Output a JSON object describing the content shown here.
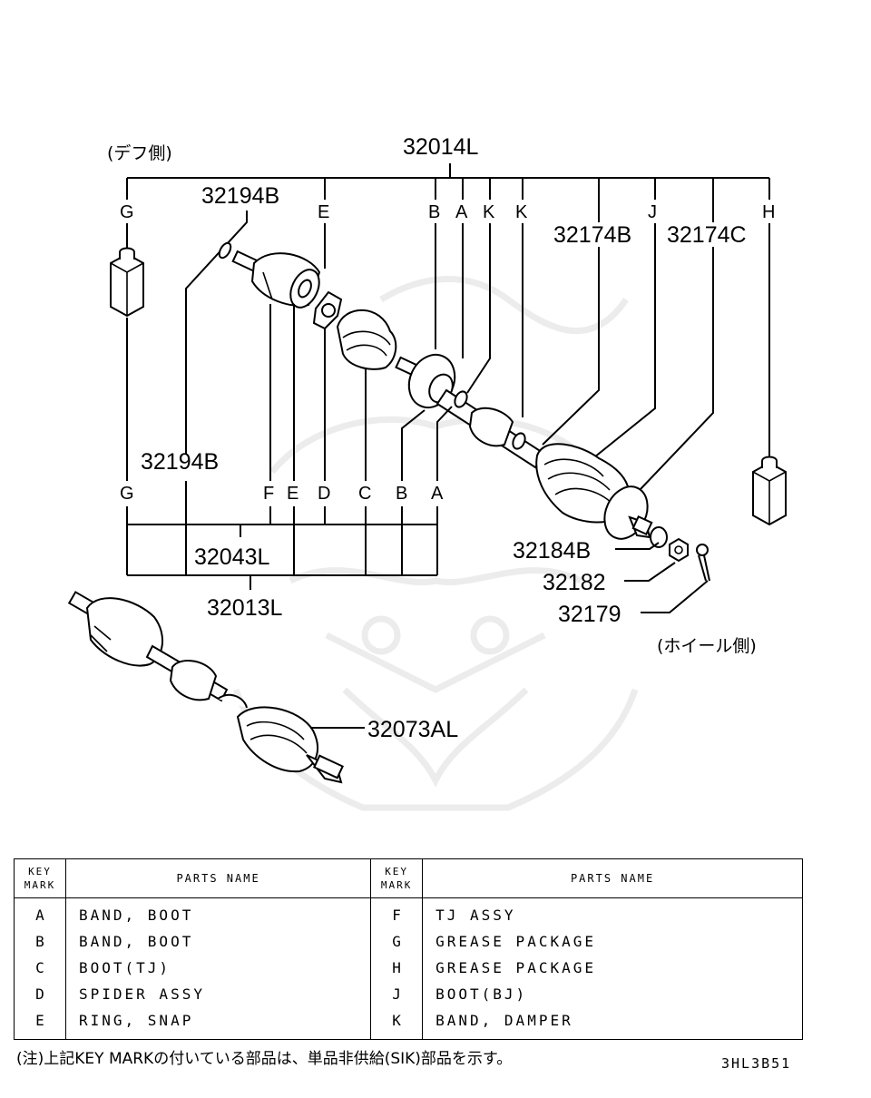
{
  "labels": {
    "top_assembly": "32014L",
    "side_diff": "(デフ側)",
    "side_wheel": "(ホイール側)",
    "ring_upper": "32194B",
    "ring_lower": "32194B",
    "band_upper_b": "32174B",
    "band_upper_c": "32174C",
    "sub_assembly_1": "32043L",
    "sub_assembly_2": "32013L",
    "washer": "32184B",
    "nut": "32182",
    "pin": "32179",
    "shaft_assy": "32073AL"
  },
  "top_keys": [
    "G",
    "E",
    "B",
    "A",
    "K",
    "K",
    "J",
    "H"
  ],
  "bottom_keys": [
    "G",
    "F",
    "E",
    "D",
    "C",
    "B",
    "A"
  ],
  "table": {
    "header_key_line1": "KEY",
    "header_key_line2": "MARK",
    "header_name": "PARTS NAME",
    "left_rows": [
      {
        "mark": "A",
        "name": "BAND, BOOT"
      },
      {
        "mark": "B",
        "name": "BAND, BOOT"
      },
      {
        "mark": "C",
        "name": "BOOT(TJ)"
      },
      {
        "mark": "D",
        "name": "SPIDER ASSY"
      },
      {
        "mark": "E",
        "name": "RING, SNAP"
      }
    ],
    "right_rows": [
      {
        "mark": "F",
        "name": "TJ ASSY"
      },
      {
        "mark": "G",
        "name": "GREASE PACKAGE"
      },
      {
        "mark": "H",
        "name": "GREASE PACKAGE"
      },
      {
        "mark": "J",
        "name": "BOOT(BJ)"
      },
      {
        "mark": "K",
        "name": "BAND, DAMPER"
      }
    ]
  },
  "footnote": "(注)上記KEY MARKの付いている部品は、単品非供給(SIK)部品を示す。",
  "drawing_code": "3HL3B51"
}
